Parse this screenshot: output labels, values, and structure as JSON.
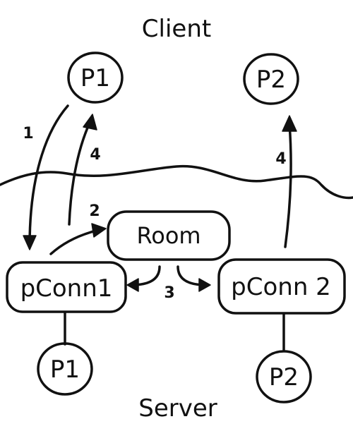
{
  "client_label": "Client",
  "server_label": "Server",
  "nodes": {
    "client_p1": "P1",
    "client_p2": "P2",
    "room": "Room",
    "pconn1": "pConn1",
    "pconn2": "pConn 2",
    "server_p1": "P1",
    "server_p2": "P2"
  },
  "steps": {
    "step_1": "1",
    "step_2": "2",
    "step_3": "3",
    "step_4_left": "4",
    "step_4_right": "4"
  }
}
